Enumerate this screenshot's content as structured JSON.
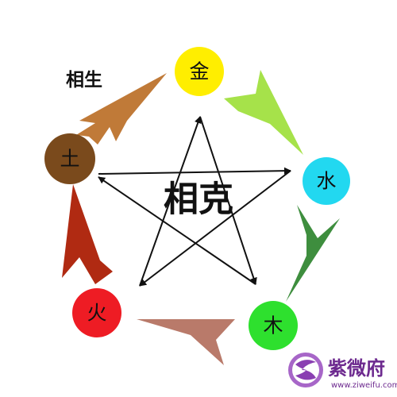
{
  "labels": {
    "sheng": "相生",
    "ke": "相克"
  },
  "elements": {
    "metal": {
      "label": "金",
      "color": "#ffee00"
    },
    "water": {
      "label": "水",
      "color": "#22d8f0"
    },
    "wood": {
      "label": "木",
      "color": "#2ee02e"
    },
    "fire": {
      "label": "火",
      "color": "#ee1c24"
    },
    "earth": {
      "label": "土",
      "color": "#7a4a1c"
    }
  },
  "arrow_colors": {
    "earth_to_metal": "#c07a38",
    "metal_to_water": "#a6e24a",
    "water_to_wood": "#3e8e3e",
    "wood_to_fire": "#b97a6a",
    "fire_to_earth": "#b02a12"
  },
  "watermark": {
    "name": "紫微府",
    "url": "www.ziweifu.com",
    "color": "#6d2a8f"
  }
}
